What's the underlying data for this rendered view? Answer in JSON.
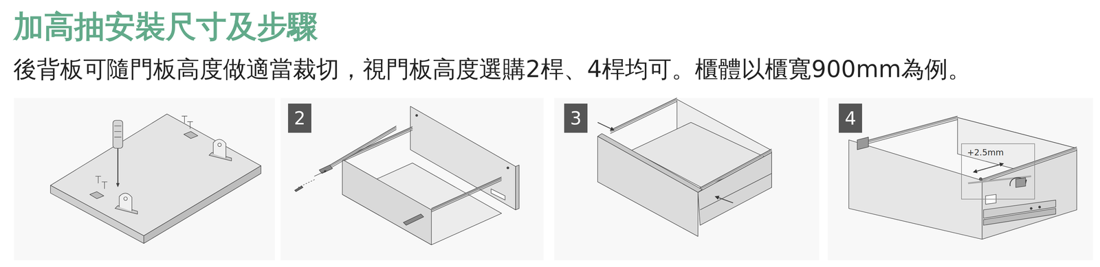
{
  "diagram": {
    "title": "加高抽安裝尺寸及步驟",
    "nodes": [
      {
        "text": [
          "2"
        ]
      },
      {
        "text": [
          "3"
        ]
      },
      {
        "text": [
          "4"
        ]
      },
      {
        "text": [
          "+2.5mm"
        ]
      }
    ],
    "labels": [
      "後背板可隨門板高度做適當裁切，視門板高度選購2桿、4桿均可。櫃體以櫃寬900mm為例。"
    ]
  }
}
